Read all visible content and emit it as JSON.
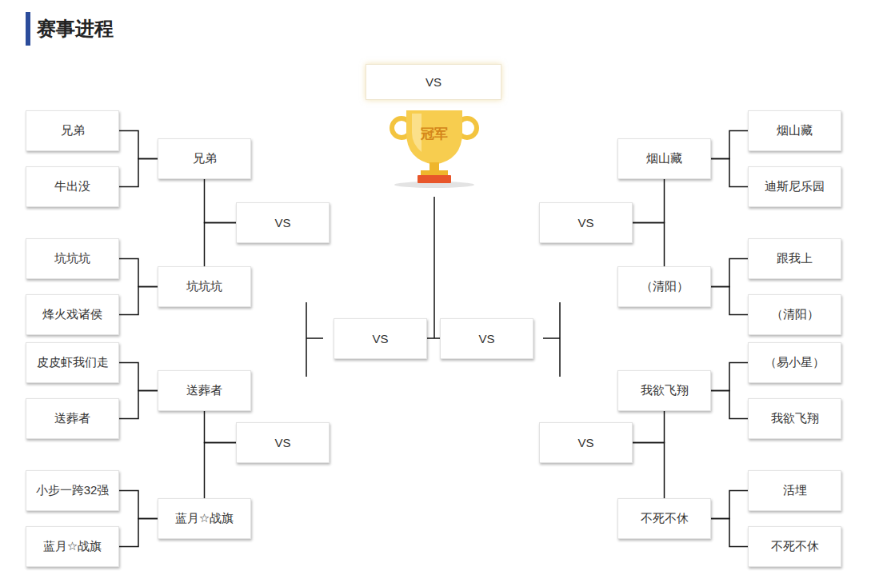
{
  "diagram": {
    "title": "赛事进程",
    "nodes": [
      {
        "text": [
          "VS"
        ]
      },
      {
        "text": [
          "兄弟"
        ]
      },
      {
        "text": [
          "牛出没"
        ]
      },
      {
        "text": [
          "坑坑坑"
        ]
      },
      {
        "text": [
          "烽火戏诸侯"
        ]
      },
      {
        "text": [
          "皮皮虾我们走"
        ]
      },
      {
        "text": [
          "送葬者"
        ]
      },
      {
        "text": [
          "小步一跨32强"
        ]
      },
      {
        "text": [
          "蓝月☆战旗"
        ]
      },
      {
        "text": [
          "兄弟"
        ]
      },
      {
        "text": [
          "坑坑坑"
        ]
      },
      {
        "text": [
          "送葬者"
        ]
      },
      {
        "text": [
          "蓝月☆战旗"
        ]
      },
      {
        "text": [
          "VS"
        ]
      },
      {
        "text": [
          "VS"
        ]
      },
      {
        "text": [
          "VS"
        ]
      },
      {
        "text": [
          "VS"
        ]
      },
      {
        "text": [
          "VS"
        ]
      },
      {
        "text": [
          "VS"
        ]
      },
      {
        "text": [
          "烟山藏"
        ]
      },
      {
        "text": [
          "（清阳）"
        ]
      },
      {
        "text": [
          "我欲飞翔"
        ]
      },
      {
        "text": [
          "不死不休"
        ]
      },
      {
        "text": [
          "烟山藏"
        ]
      },
      {
        "text": [
          "迪斯尼乐园"
        ]
      },
      {
        "text": [
          "跟我上"
        ]
      },
      {
        "text": [
          "（清阳）"
        ]
      },
      {
        "text": [
          "（易小星）"
        ]
      },
      {
        "text": [
          "我欲飞翔"
        ]
      },
      {
        "text": [
          "活埋"
        ]
      },
      {
        "text": [
          "不死不休"
        ]
      }
    ],
    "edges": [
      {
        "from": 1,
        "to": 9,
        "arrow": "none"
      },
      {
        "from": 2,
        "to": 9,
        "arrow": "none"
      },
      {
        "from": 3,
        "to": 10,
        "arrow": "none"
      },
      {
        "from": 4,
        "to": 10,
        "arrow": "none"
      },
      {
        "from": 5,
        "to": 11,
        "arrow": "none"
      },
      {
        "from": 6,
        "to": 11,
        "arrow": "none"
      },
      {
        "from": 7,
        "to": 12,
        "arrow": "none"
      },
      {
        "from": 8,
        "to": 12,
        "arrow": "none"
      },
      {
        "from": 9,
        "to": 13,
        "arrow": "none"
      },
      {
        "from": 10,
        "to": 13,
        "arrow": "none"
      },
      {
        "from": 11,
        "to": 14,
        "arrow": "none"
      },
      {
        "from": 12,
        "to": 14,
        "arrow": "none"
      },
      {
        "from": 23,
        "to": 19,
        "arrow": "none"
      },
      {
        "from": 24,
        "to": 19,
        "arrow": "none"
      },
      {
        "from": 25,
        "to": 20,
        "arrow": "none"
      },
      {
        "from": 26,
        "to": 20,
        "arrow": "none"
      },
      {
        "from": 27,
        "to": 21,
        "arrow": "none"
      },
      {
        "from": 28,
        "to": 21,
        "arrow": "none"
      },
      {
        "from": 29,
        "to": 22,
        "arrow": "none"
      },
      {
        "from": 30,
        "to": 22,
        "arrow": "none"
      },
      {
        "from": 19,
        "to": 17,
        "arrow": "none"
      },
      {
        "from": 20,
        "to": 17,
        "arrow": "none"
      },
      {
        "from": 21,
        "to": 18,
        "arrow": "none"
      },
      {
        "from": 22,
        "to": 18,
        "arrow": "none"
      }
    ],
    "labels": [
      "冠军"
    ]
  }
}
